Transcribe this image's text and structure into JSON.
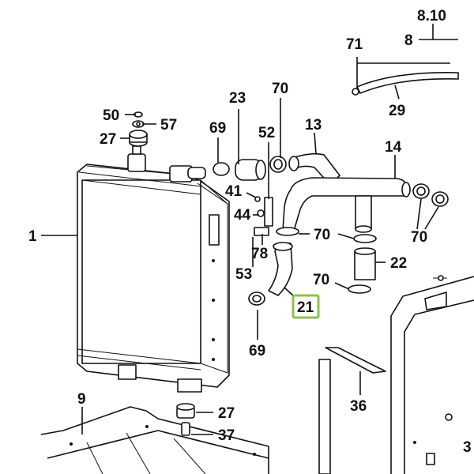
{
  "labels": {
    "p1": "1",
    "p8": "8",
    "p810": "8.10",
    "p9": "9",
    "p13": "13",
    "p14": "14",
    "p21": "21",
    "p22": "22",
    "p23": "23",
    "p27a": "27",
    "p27b": "27",
    "p29": "29",
    "p36": "36",
    "p37": "37",
    "p41": "41",
    "p44": "44",
    "p50": "50",
    "p52": "52",
    "p53": "53",
    "p57": "57",
    "p69a": "69",
    "p69b": "69",
    "p70a": "70",
    "p70b": "70",
    "p70c": "70",
    "p70d": "70",
    "p71": "71",
    "p78": "78",
    "p3": "3"
  },
  "highlight": {
    "part": "21",
    "color": "#8bc34a"
  }
}
